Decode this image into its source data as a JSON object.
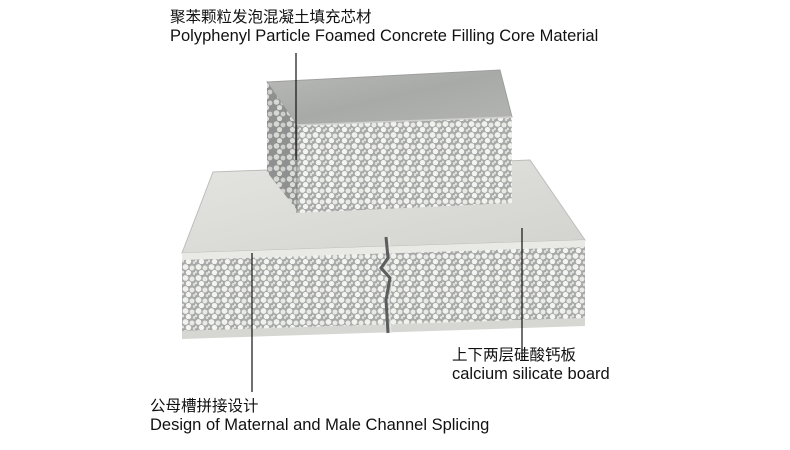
{
  "labels": {
    "core": {
      "zh": "聚苯颗粒发泡混凝土填充芯材",
      "en": "Polyphenyl Particle Foamed Concrete Filling Core Material"
    },
    "board": {
      "zh": "上下两层硅酸钙板",
      "en": "calcium silicate board"
    },
    "splice": {
      "zh": "公母槽拼接设计",
      "en": "Design of Maternal and Male Channel Splicing"
    }
  },
  "colors": {
    "board_face": "#dcdcd8",
    "foam_core": "#a9abaa",
    "bead": "#f2f2ef",
    "leader_line": "#111111"
  }
}
